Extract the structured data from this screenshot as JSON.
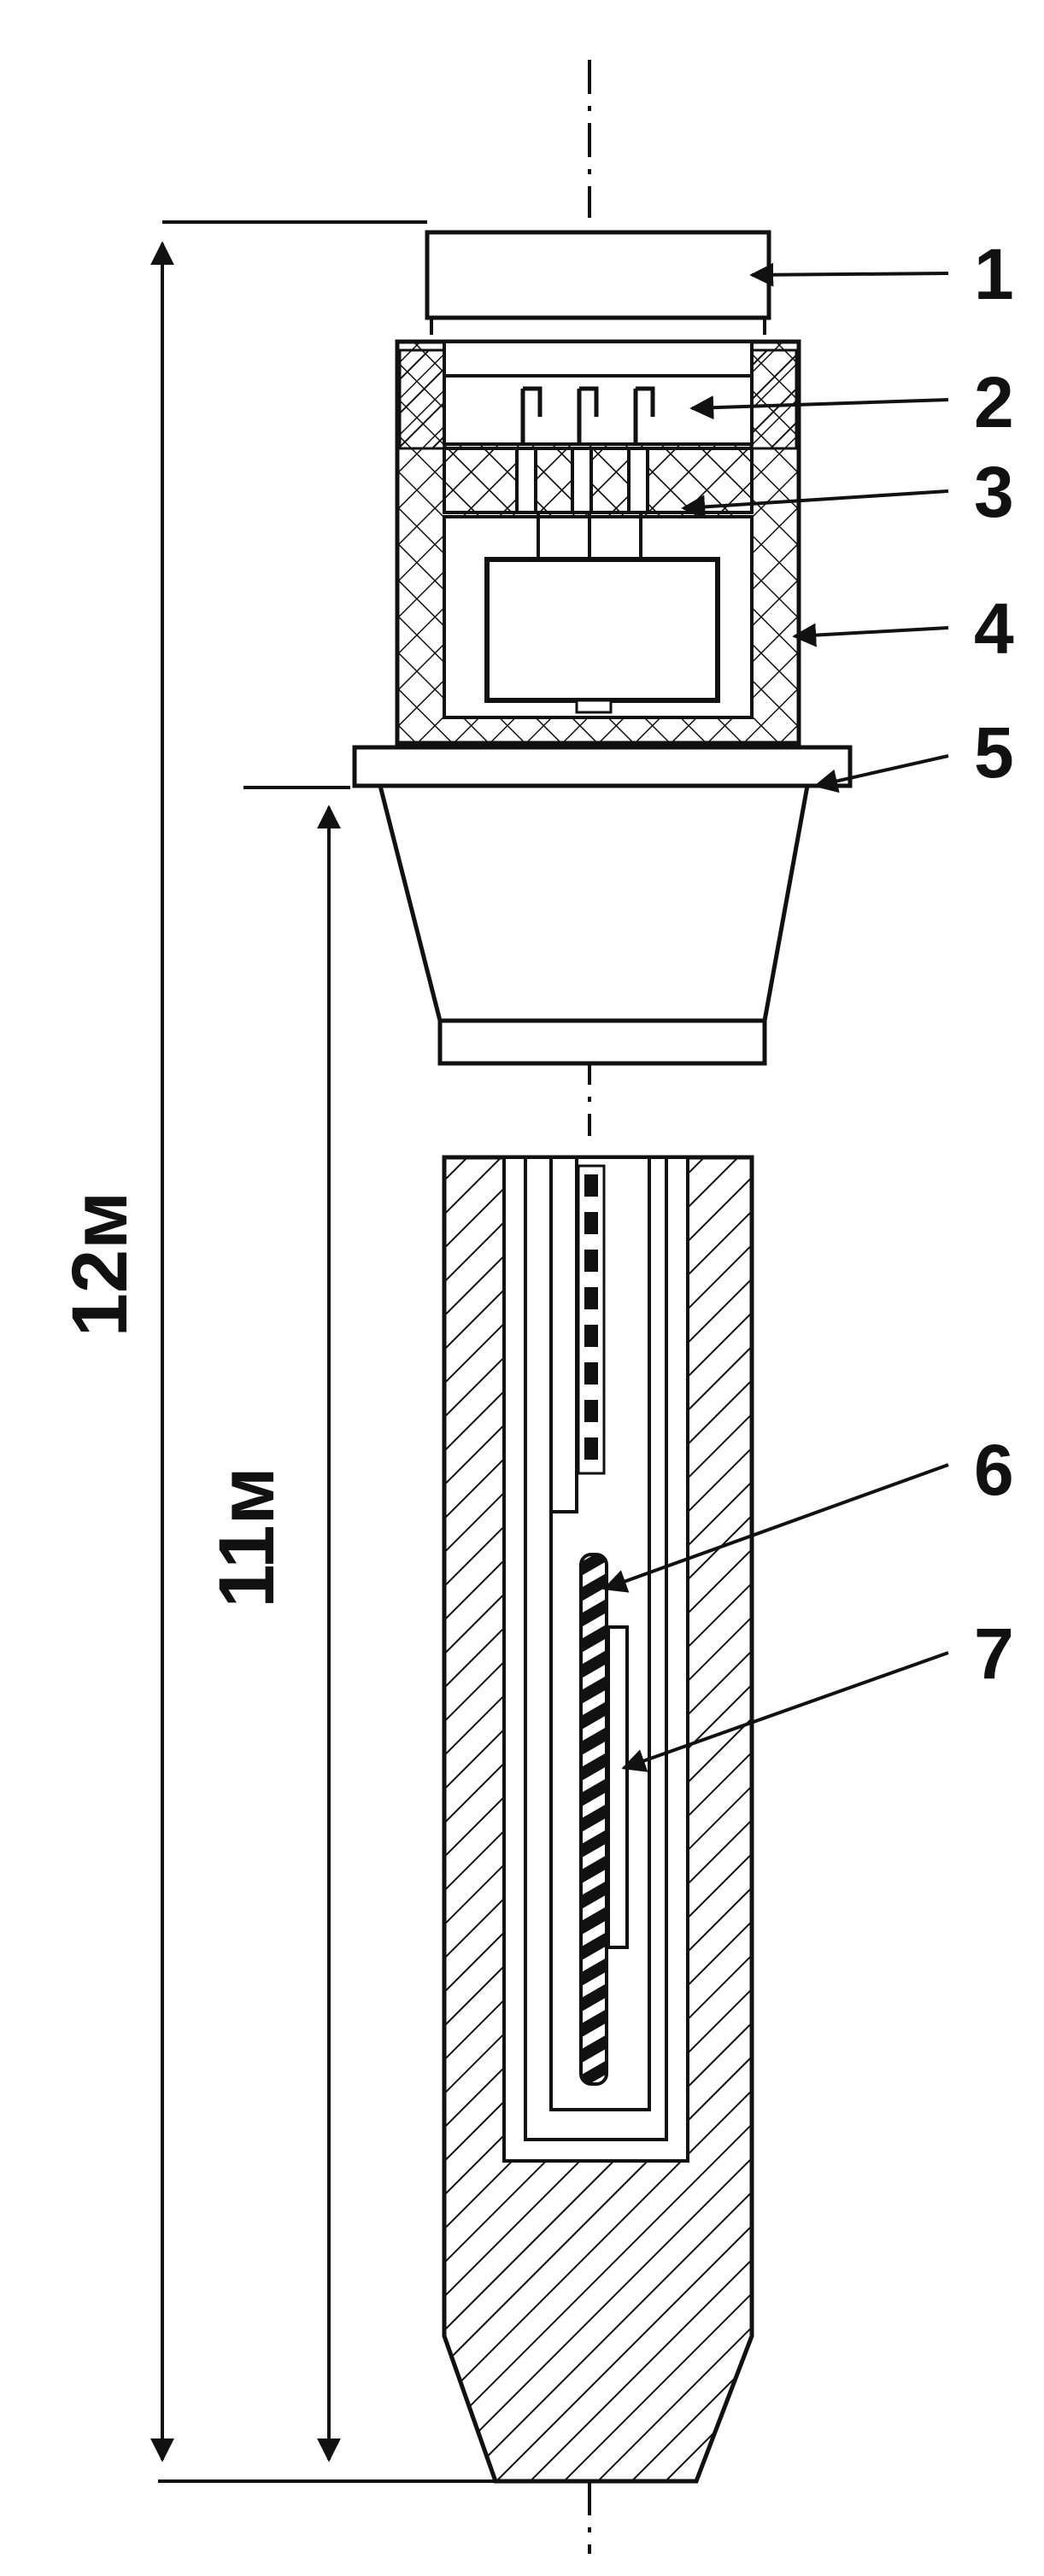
{
  "dimensions": {
    "overall_length_label": "12м",
    "body_length_label": "11м"
  },
  "callouts": [
    {
      "label": "1"
    },
    {
      "label": "2"
    },
    {
      "label": "3"
    },
    {
      "label": "4"
    },
    {
      "label": "5"
    },
    {
      "label": "6"
    },
    {
      "label": "7"
    }
  ]
}
